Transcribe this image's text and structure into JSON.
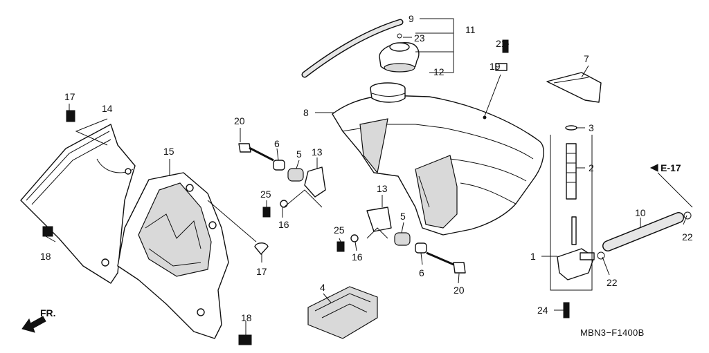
{
  "diagram": {
    "code": "MBN3−F1400B",
    "direction_label": "FR.",
    "reference_label": "E-17",
    "callouts": [
      "1",
      "2",
      "3",
      "4",
      "5",
      "5",
      "6",
      "6",
      "7",
      "8",
      "9",
      "10",
      "11",
      "12",
      "13",
      "13",
      "14",
      "15",
      "16",
      "16",
      "17",
      "17",
      "18",
      "18",
      "19",
      "20",
      "20",
      "21",
      "22",
      "22",
      "23",
      "24",
      "25",
      "25"
    ]
  }
}
